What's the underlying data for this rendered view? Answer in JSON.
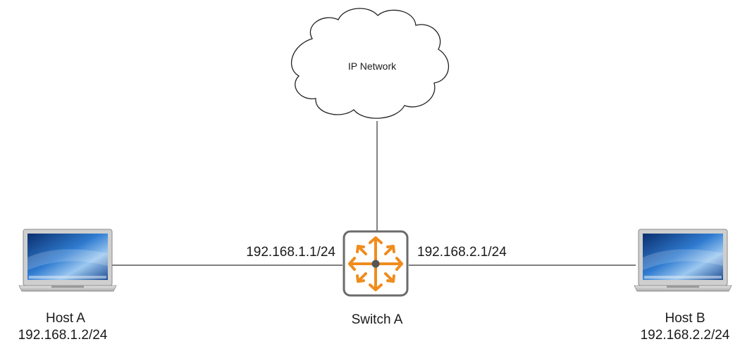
{
  "cloud": {
    "label": "IP Network"
  },
  "switch": {
    "name": "Switch A",
    "icon": "switch-arrows-icon",
    "accent_color": "#f08c1e",
    "frame_color": "#666666"
  },
  "host_a": {
    "name": "Host A",
    "ip": "192.168.1.2/24",
    "icon": "laptop-icon"
  },
  "host_b": {
    "name": "Host B",
    "ip": "192.168.2.2/24",
    "icon": "laptop-icon"
  },
  "interfaces": {
    "left_ip": "192.168.1.1/24",
    "right_ip": "192.168.2.1/24"
  }
}
